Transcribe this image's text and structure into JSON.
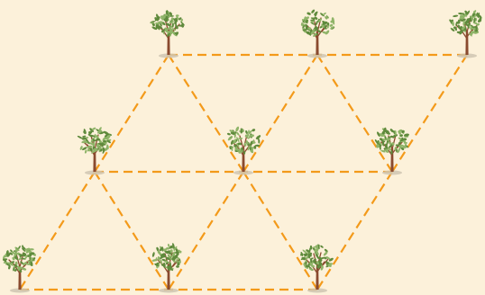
{
  "colors": {
    "background": "#fcf1da",
    "dash_line": "#f39a1a",
    "trunk": "#8a4a2e",
    "leaf_dark": "#5f8a3c",
    "leaf_light": "#8fb468",
    "shadow": "#cfc6b2"
  },
  "diagram": {
    "type": "triangular-lattice",
    "rows": [
      {
        "row": "top",
        "trees": 3
      },
      {
        "row": "middle",
        "trees": 3
      },
      {
        "row": "bottom",
        "trees": 3
      }
    ],
    "dash_pattern": "dashed",
    "icon": "tree-icon"
  }
}
